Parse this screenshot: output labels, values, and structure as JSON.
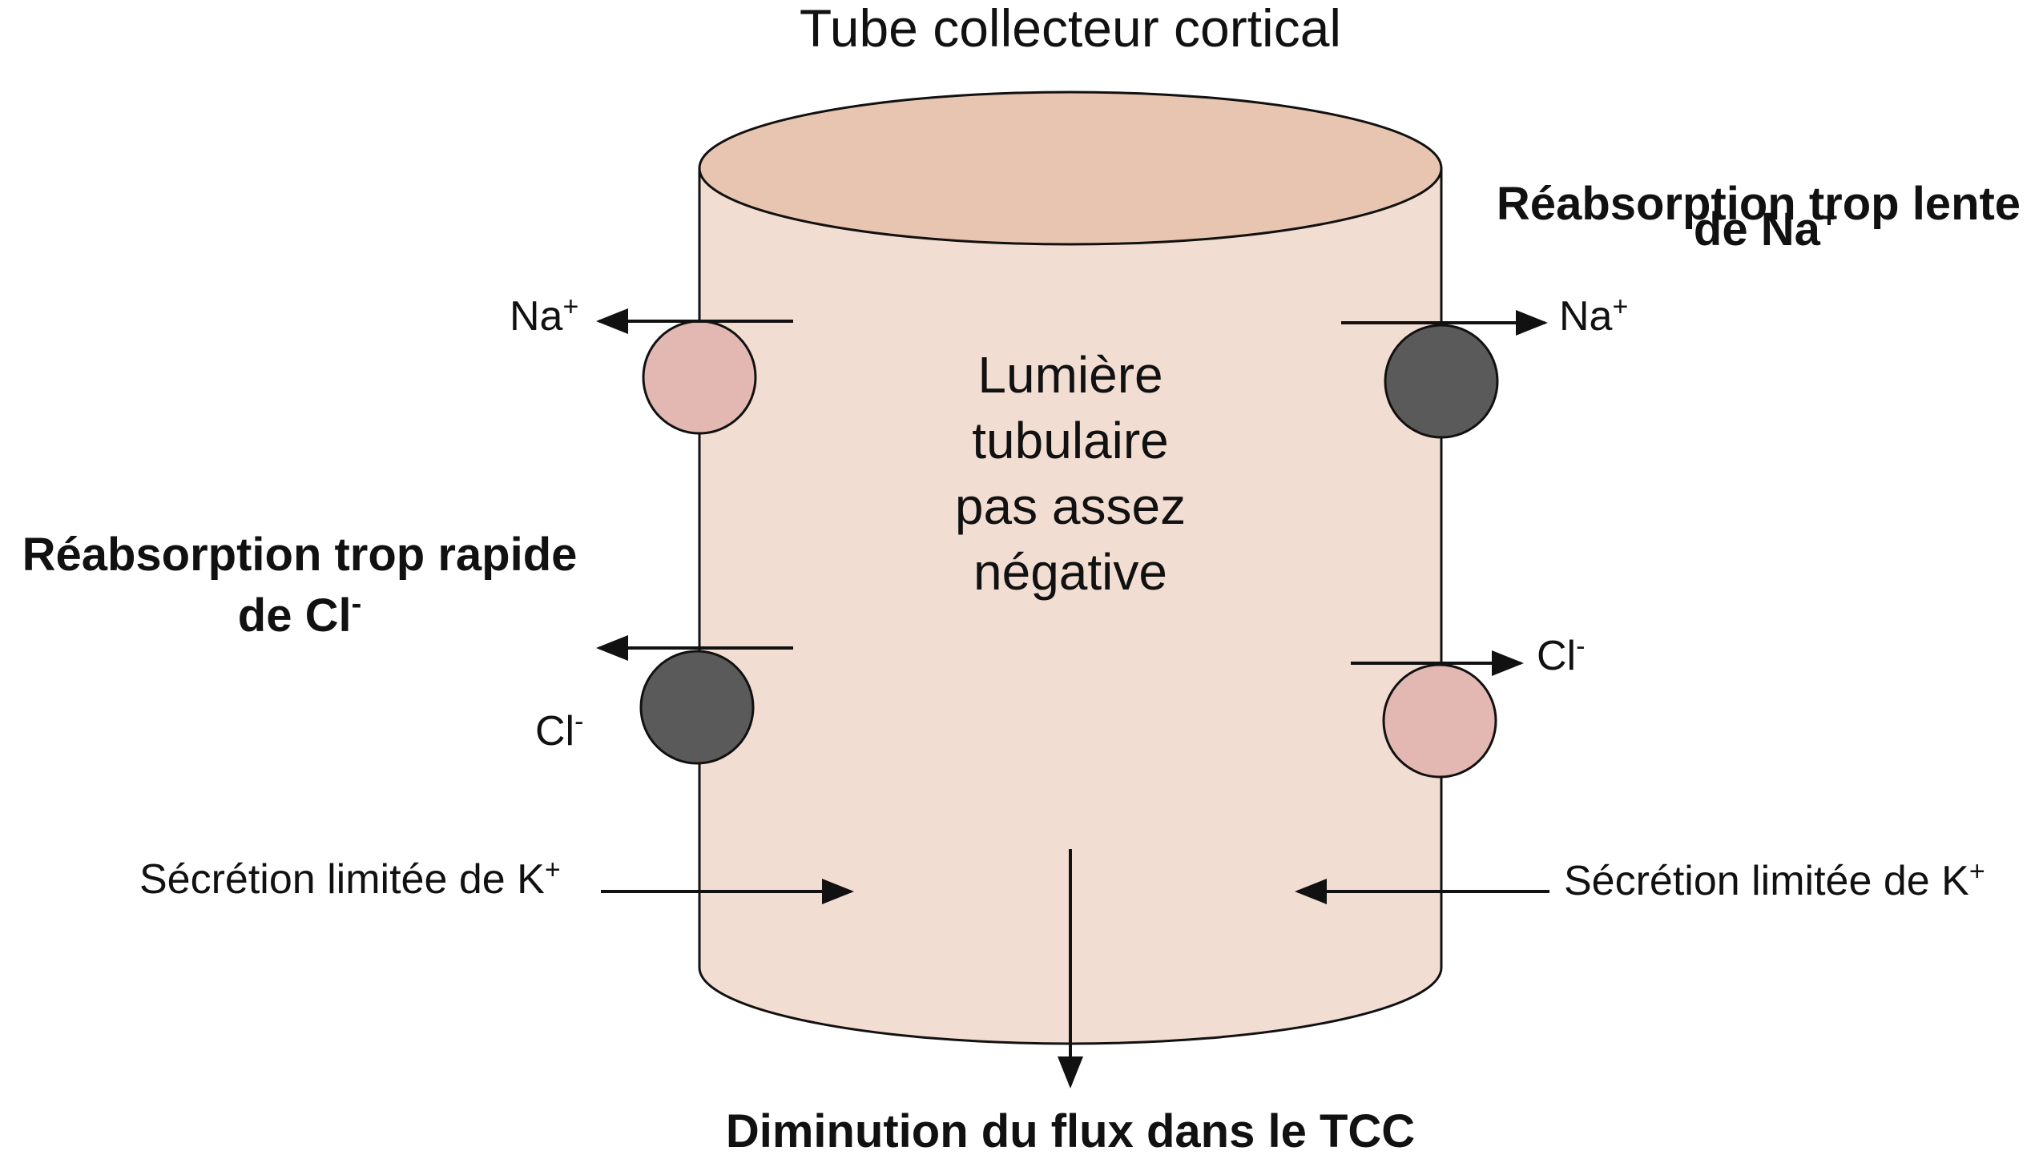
{
  "title": "Tube collecteur cortical",
  "lumen_lines": [
    "Lumière",
    "tubulaire",
    "pas assez",
    "négative"
  ],
  "left": {
    "na_ion": "Na",
    "na_sup": "+",
    "cl_ion": "Cl",
    "cl_sup": "-",
    "cl_label_line1": "Réabsorption trop rapide",
    "cl_label_line2": "de Cl",
    "cl_label_sup": "-",
    "k_label": "Sécrétion limitée de K",
    "k_sup": "+"
  },
  "right": {
    "na_label_line1": "Réabsorption trop lente",
    "na_label_line2": "de Na",
    "na_label_sup": "+",
    "na_ion": "Na",
    "na_sup": "+",
    "cl_ion": "Cl",
    "cl_sup": "-",
    "k_label": "Sécrétion limitée de K",
    "k_sup": "+"
  },
  "bottom_label": "Diminution du flux dans le TCC",
  "colors": {
    "tube_body": "#f2ddd2",
    "tube_top": "#e8c5b0",
    "channel_light": "#e3b8b3",
    "channel_dark": "#5a5a5a",
    "stroke": "#111111"
  },
  "icons": {
    "channel_light": "circle-light-pink",
    "channel_dark": "circle-dark-gray",
    "arrow": "arrow-right"
  }
}
